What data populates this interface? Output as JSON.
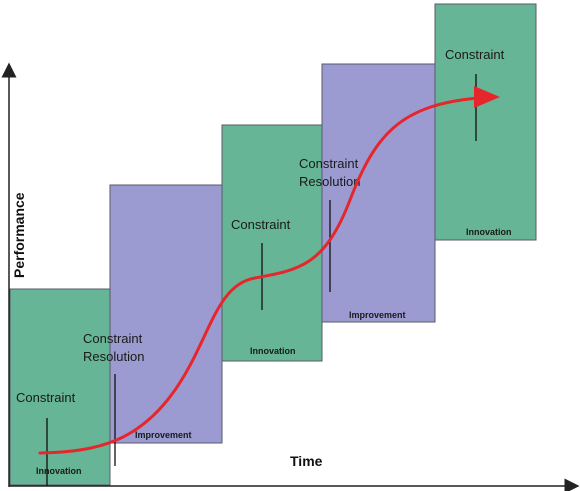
{
  "axes": {
    "y_title": "Performance",
    "x_title": "Time"
  },
  "colors": {
    "innovation_fill": "#66b596",
    "improvement_fill": "#9b9bd1",
    "block_border": "#5a5a6a",
    "curve": "#e6262b",
    "axis": "#222222"
  },
  "blocks": [
    {
      "kind": "innovation",
      "label": "Innovation",
      "top_text": [
        "Constraint"
      ]
    },
    {
      "kind": "improvement",
      "label": "Improvement",
      "top_text": [
        "Constraint",
        "Resolution"
      ]
    },
    {
      "kind": "innovation",
      "label": "Innovation",
      "top_text": [
        "Constraint"
      ]
    },
    {
      "kind": "improvement",
      "label": "Improvement",
      "top_text": [
        "Constraint",
        "Resolution"
      ]
    },
    {
      "kind": "innovation",
      "label": "Innovation",
      "top_text": [
        "Constraint"
      ]
    }
  ]
}
